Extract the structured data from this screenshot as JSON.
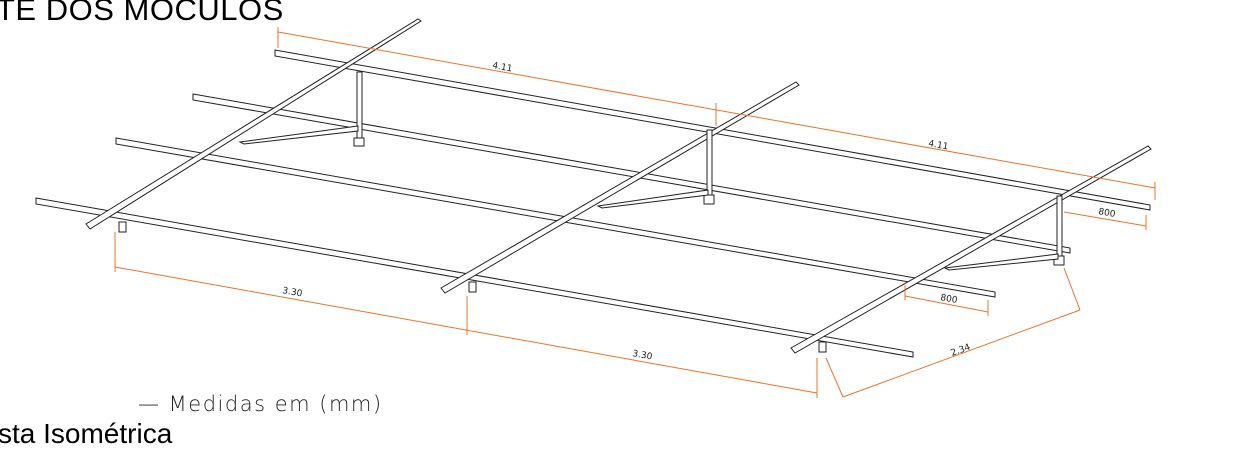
{
  "title": "TE DOS MÓCULOS",
  "note": "— Medidas em (mm)",
  "subtitle": "sta Isométrica",
  "dimensions": {
    "top_left": "4.11",
    "top_right": "4.11",
    "right_upper": "800",
    "right_lower": "800",
    "bottom_left": "3.30",
    "bottom_right": "3.30",
    "depth": "2.34"
  },
  "colors": {
    "dimension": "#e8742a",
    "structure": "#222222"
  }
}
